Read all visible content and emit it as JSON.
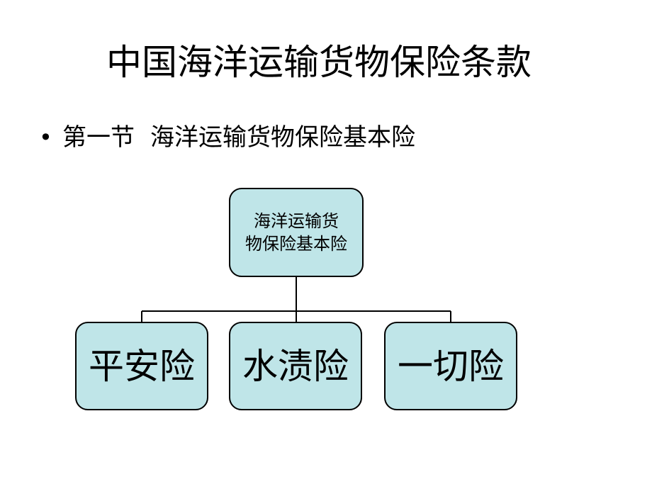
{
  "slide": {
    "title": "中国海洋运输货物保险条款",
    "bullet": {
      "marker": "•",
      "section": "第一节",
      "heading": "海洋运输货物保险基本险"
    }
  },
  "diagram": {
    "root": {
      "line1": "海洋运输货",
      "line2": "物保险基本险"
    },
    "children": [
      {
        "label": "平安险"
      },
      {
        "label": "水渍险"
      },
      {
        "label": "一切险"
      }
    ],
    "colors": {
      "node_fill": "#bfe5e8",
      "node_border": "#000000",
      "connector": "#000000"
    }
  }
}
